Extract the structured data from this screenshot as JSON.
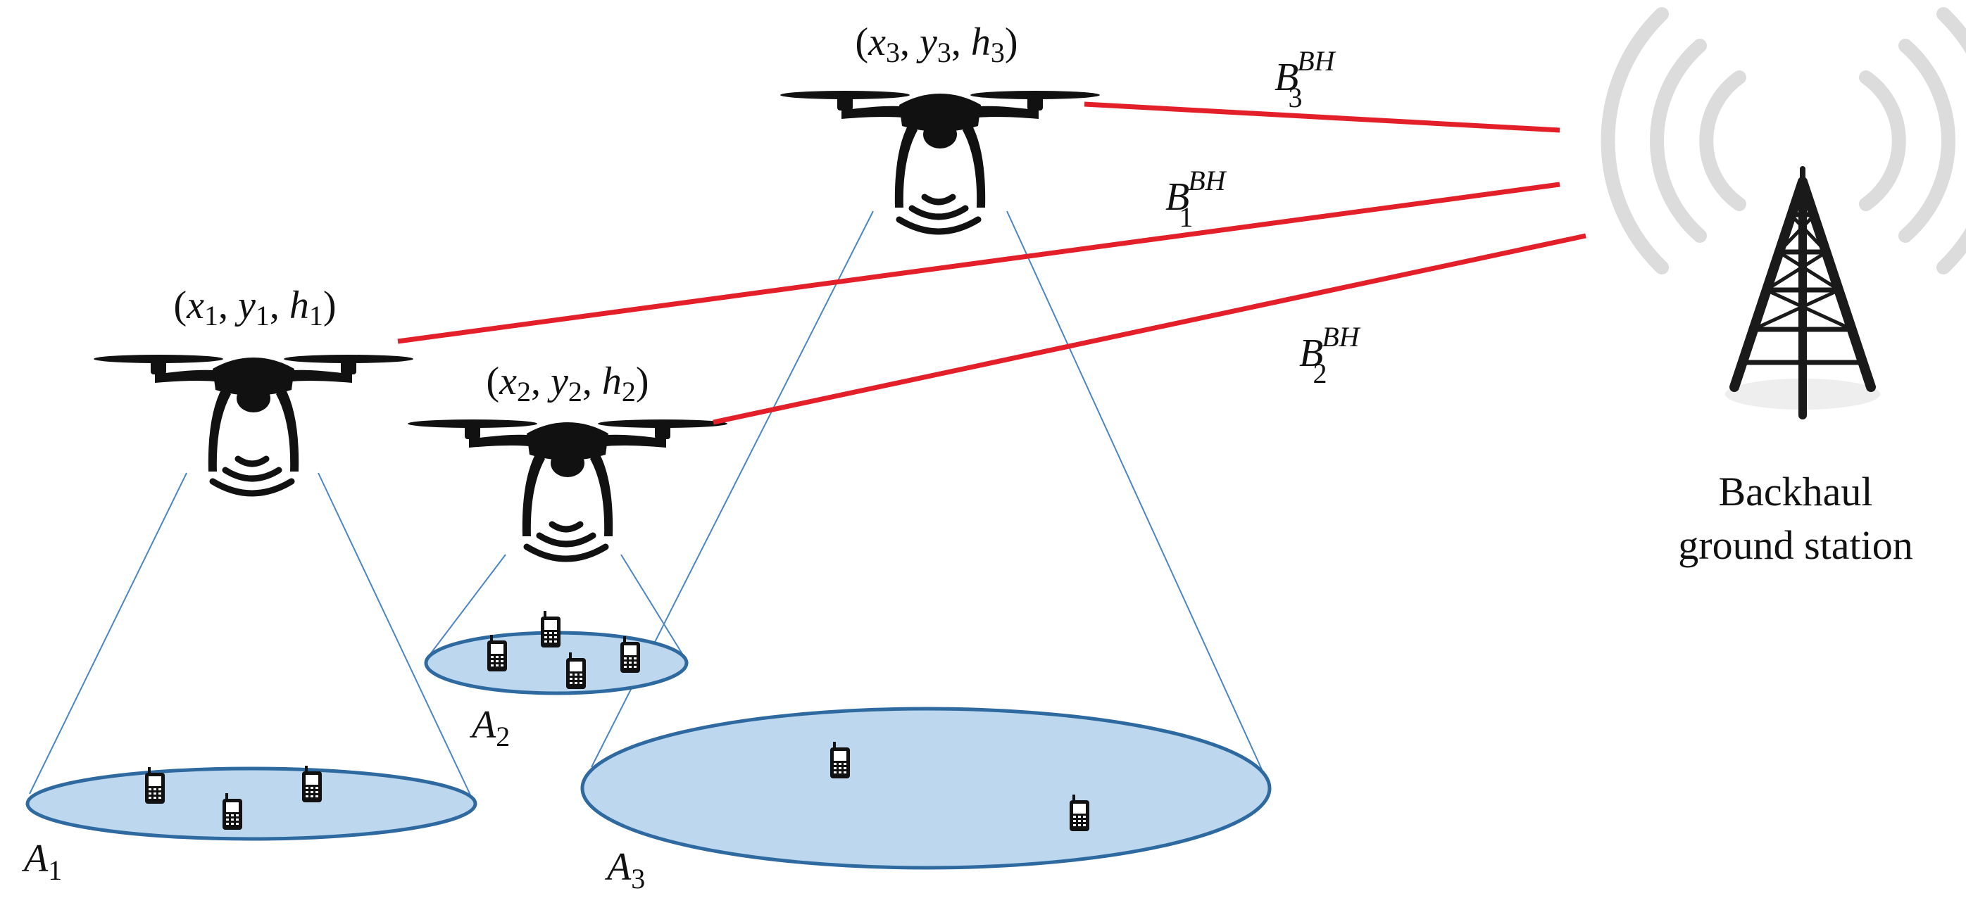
{
  "colors": {
    "background": "#ffffff",
    "coverage_fill": "#bdd7ee",
    "coverage_stroke": "#2e6aa0",
    "cone_line": "#4a86c5",
    "backhaul_link": "#e3202a",
    "drone": "#111111",
    "signal_arc": "#dcdcdc",
    "tower": "#1a1a1a"
  },
  "uavs": [
    {
      "name": "uav-1",
      "coord": {
        "x": "x",
        "xi": "1",
        "y": "y",
        "yi": "1",
        "h": "h",
        "hi": "1"
      },
      "area": {
        "letter": "A",
        "index": "1"
      },
      "link": {
        "base": "B",
        "index": "1",
        "sup": "BH"
      },
      "users": 3
    },
    {
      "name": "uav-2",
      "coord": {
        "x": "x",
        "xi": "2",
        "y": "y",
        "yi": "2",
        "h": "h",
        "hi": "2"
      },
      "area": {
        "letter": "A",
        "index": "2"
      },
      "link": {
        "base": "B",
        "index": "2",
        "sup": "BH"
      },
      "users": 4
    },
    {
      "name": "uav-3",
      "coord": {
        "x": "x",
        "xi": "3",
        "y": "y",
        "yi": "3",
        "h": "h",
        "hi": "3"
      },
      "area": {
        "letter": "A",
        "index": "3"
      },
      "link": {
        "base": "B",
        "index": "3",
        "sup": "BH"
      },
      "users": 2
    }
  ],
  "station": {
    "label_line1": "Backhaul",
    "label_line2": "ground station",
    "icon": "cell-tower-icon"
  },
  "icons": {
    "drone": "quadcopter-drone-icon",
    "signal": "wireless-signal-icon",
    "user": "mobile-phone-icon"
  }
}
